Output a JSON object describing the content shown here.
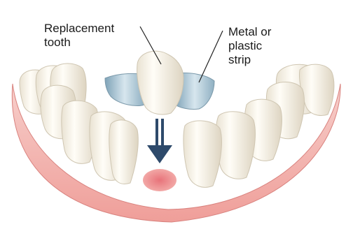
{
  "labels": {
    "replacement_tooth": [
      "Replacement",
      "tooth"
    ],
    "strip": [
      "Metal or",
      "plastic",
      "strip"
    ]
  },
  "colors": {
    "gum": "#f3b9b5",
    "gum_dark": "#e89894",
    "tooth": "#fbf8ef",
    "tooth_shade": "#e4dccb",
    "strip": "#a9c4d3",
    "arrow": "#2e4a6b",
    "leader": "#222222"
  },
  "icons": [
    "down-arrow-icon"
  ]
}
